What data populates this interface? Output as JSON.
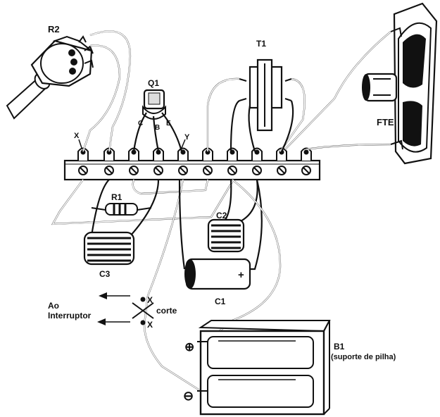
{
  "labels": {
    "r2": "R2",
    "q1": "Q1",
    "q1_c": "C",
    "q1_b": "B",
    "q1_e": "E",
    "x_top": "X",
    "y_top": "Y",
    "t1": "T1",
    "fte": "FTE",
    "r1": "R1",
    "c2": "C2",
    "c3": "C3",
    "c1": "C1",
    "c1_plus": "+",
    "ao": "Ao",
    "interruptor": "Interruptor",
    "corte": "corte",
    "x_cut_top": "X",
    "x_cut_bottom": "X",
    "b1": "B1",
    "b1_desc": "(suporte de pilha)",
    "plus_symbol": "⊕",
    "minus_symbol": "⊖"
  }
}
